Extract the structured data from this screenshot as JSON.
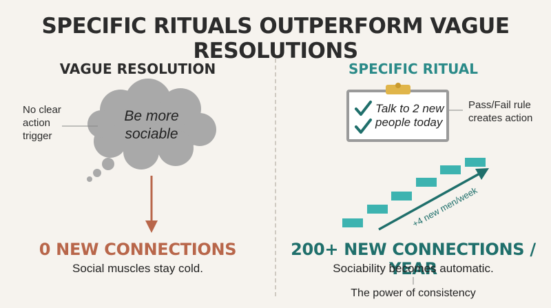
{
  "title": "SPECIFIC RITUALS OUTPERFORM VAGUE RESOLUTIONS",
  "left": {
    "heading": "VAGUE RESOLUTION",
    "cloud_text_line1": "Be more",
    "cloud_text_line2": "sociable",
    "note_line1": "No clear",
    "note_line2": "action",
    "note_line3": "trigger",
    "result": "0 NEW CONNECTIONS",
    "sub": "Social muscles stay cold.",
    "colors": {
      "cloud": "#a9a9a9",
      "arrow": "#b8664a",
      "result": "#b8664a"
    }
  },
  "right": {
    "heading": "SPECIFIC RITUAL",
    "check_line1": "Talk to 2 new",
    "check_line2": "people today",
    "note_line1": "Pass/Fail rule",
    "note_line2": "creates action",
    "trend_label": "+4 new men/week",
    "result": "200+ NEW CONNECTIONS / YEAR",
    "sub": "Sociability becomes automatic.",
    "footnote": "The power of consistency",
    "colors": {
      "steps": "#3db3b0",
      "arrow": "#1f6f6b",
      "heading": "#2a8a88",
      "clip": "#e0b54a"
    }
  }
}
